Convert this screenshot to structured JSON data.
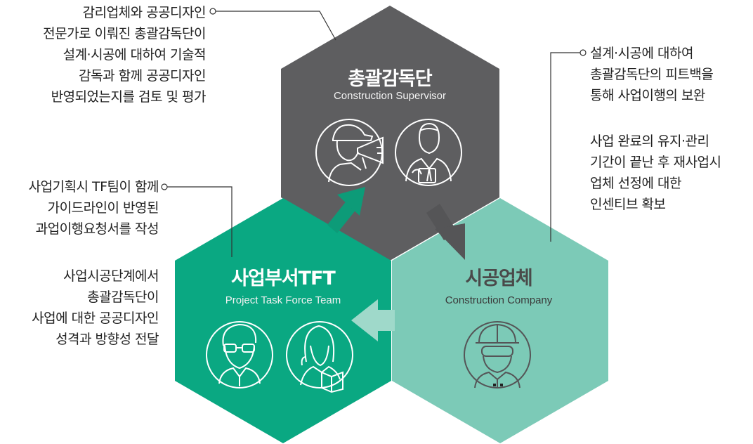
{
  "colors": {
    "supervisor": "#5e5e60",
    "tft": "#0aa882",
    "company": "#7ccab7",
    "arrow_dark": "#555557",
    "arrow_green": "#0d9b78",
    "arrow_light": "#9fd9ca",
    "connector": "#333333"
  },
  "hexagons": {
    "supervisor": {
      "title": "총괄감독단",
      "subtitle": "Construction Supervisor",
      "icons": [
        "megaphone-worker-icon",
        "inspector-clipboard-icon"
      ]
    },
    "tft": {
      "title": "사업부서TFT",
      "subtitle": "Project Task Force Team",
      "icons": [
        "man-glasses-icon",
        "woman-book-icon"
      ]
    },
    "company": {
      "title": "시공업체",
      "subtitle": "Construction Company",
      "icons": [
        "hardhat-worker-icon"
      ]
    }
  },
  "notes": {
    "supervisor_review": [
      "감리업체와 공공디자인",
      "전문가로 이뤄진 총괄감독단이",
      "설계·시공에 대하여 기술적",
      "감독과 함께 공공디자인",
      "반영되었는지를 검토 및 평가"
    ],
    "tft_planning": [
      "사업기획시 TF팀이 함께",
      "가이드라인이 반영된",
      "과업이행요청서를 작성"
    ],
    "tft_direction": [
      "사업시공단계에서",
      "총괄감독단이",
      "사업에 대한 공공디자인",
      "성격과 방향성 전달"
    ],
    "company_feedback": [
      "설계·시공에 대하여",
      "총괄감독단의 피트백을",
      "통해 사업이행의 보완"
    ],
    "company_incentive": [
      "사업 완료의 유지·관리",
      "기간이 끝난 후 재사업시",
      "업체 선정에 대한",
      "인센티브 확보"
    ]
  }
}
